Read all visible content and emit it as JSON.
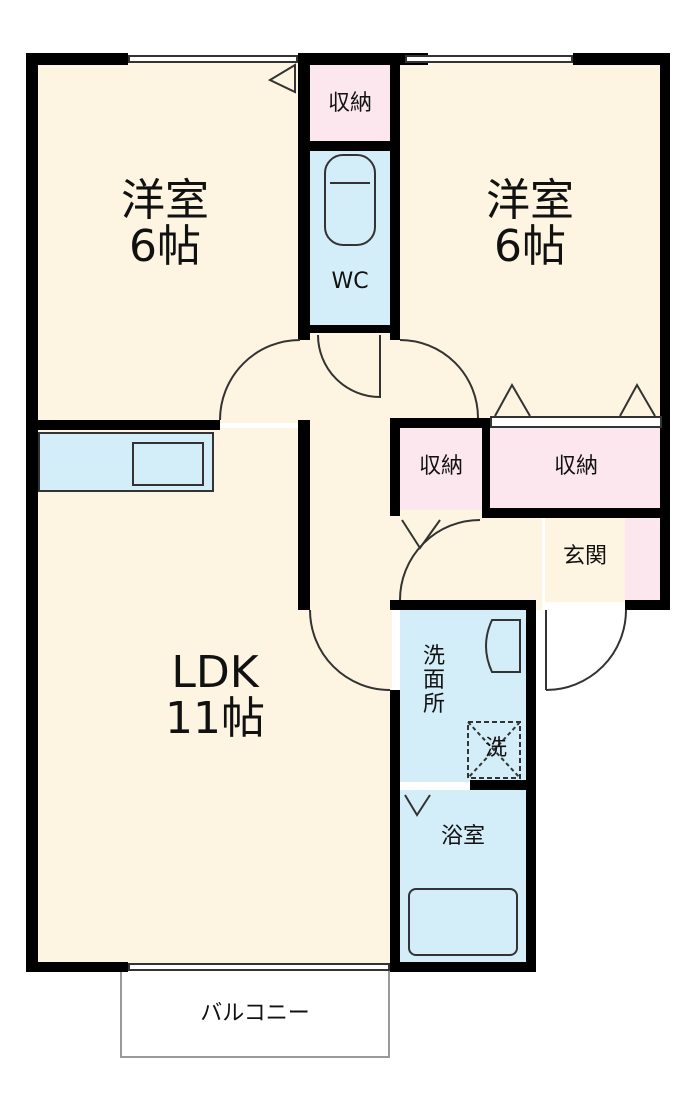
{
  "floorplan": {
    "rooms": {
      "western_left": {
        "name": "洋室",
        "size": "6帖"
      },
      "western_right": {
        "name": "洋室",
        "size": "6帖"
      },
      "ldk": {
        "name": "LDK",
        "size": "11帖"
      },
      "storage_top": "収納",
      "storage_mid_small": "収納",
      "storage_mid_large": "収納",
      "wc": "WC",
      "entrance": "玄関",
      "washroom": "洗面所",
      "washer": "洗",
      "bathroom": "浴室",
      "balcony": "バルコニー"
    },
    "colors": {
      "floor": "#fdf5e1",
      "storage": "#fde7ef",
      "wet_area": "#d4eef9",
      "wall": "#000000"
    }
  }
}
